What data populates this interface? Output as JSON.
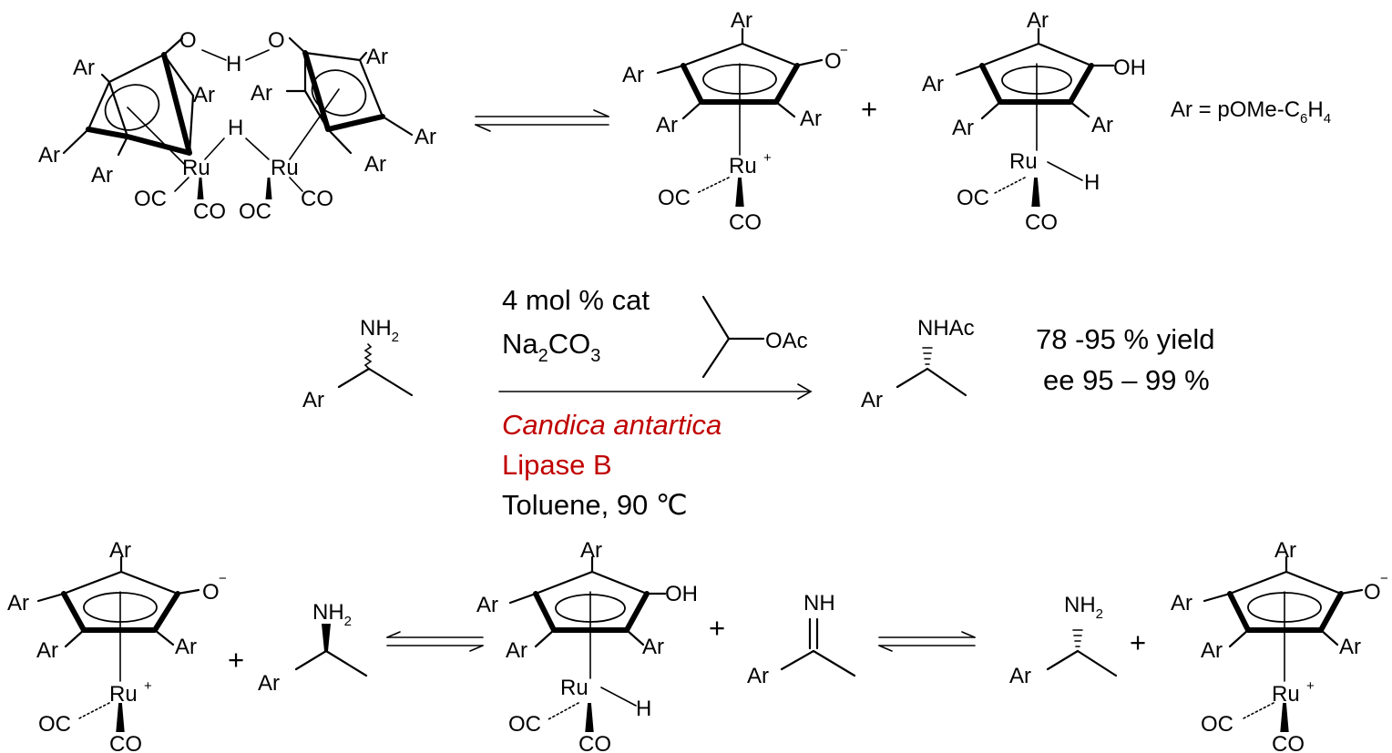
{
  "labels": {
    "ar": "Ar",
    "ru": "Ru",
    "oc": "OC",
    "co": "CO",
    "o": "O",
    "h": "H",
    "oh": "OH",
    "nh": "NH",
    "nh2": "NH",
    "sub2": "2",
    "nhac": "NHAc",
    "oac": "OAc",
    "plus": "+",
    "minus": "−",
    "cation": "+"
  },
  "ar_definition": {
    "prefix": "Ar = pOMe-C",
    "sub1": "6",
    "mid": "H",
    "sub2": "4"
  },
  "conditions": {
    "line1": "4 mol % cat",
    "line2_prefix": "Na",
    "line2_sub1": "2",
    "line2_mid": "CO",
    "line2_sub2": "3",
    "enzyme_line1": "Candica antartica",
    "enzyme_line2": "Lipase B",
    "solvent": "Toluene, 90 ℃"
  },
  "results": {
    "yield": "78 -95 % yield",
    "ee": "ee 95 – 99 %"
  },
  "colors": {
    "ink": "#000000",
    "enzyme": "#c00000"
  }
}
